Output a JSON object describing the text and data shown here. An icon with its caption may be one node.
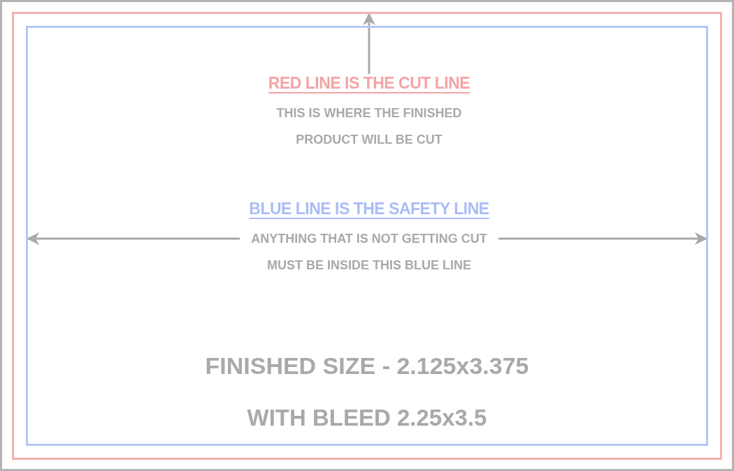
{
  "diagram": {
    "nodes": [
      {
        "text": [],
        "shape": "box"
      },
      {
        "text": [],
        "shape": "box",
        "in": 0
      },
      {
        "text": [
          "RED LINE IS THE CUT LINE",
          "THIS IS WHERE THE FINISHED PRODUCT WILL BE CUT"
        ],
        "in": 1
      },
      {
        "text": [
          "BLUE LINE IS THE SAFETY LINE",
          "ANYTHING THAT IS NOT GETTING CUT MUST BE INSIDE THIS BLUE LINE"
        ],
        "in": 1
      }
    ],
    "edges": [
      {
        "from": 2,
        "to": 0,
        "arrow": "to"
      },
      {
        "from": 3,
        "to": 1,
        "arrow": "to"
      },
      {
        "from": 3,
        "to": 1,
        "arrow": "to"
      }
    ],
    "labels": [
      "FINISHED SIZE - 2.125x3.375",
      "WITH BLEED 2.25x3.5"
    ]
  }
}
